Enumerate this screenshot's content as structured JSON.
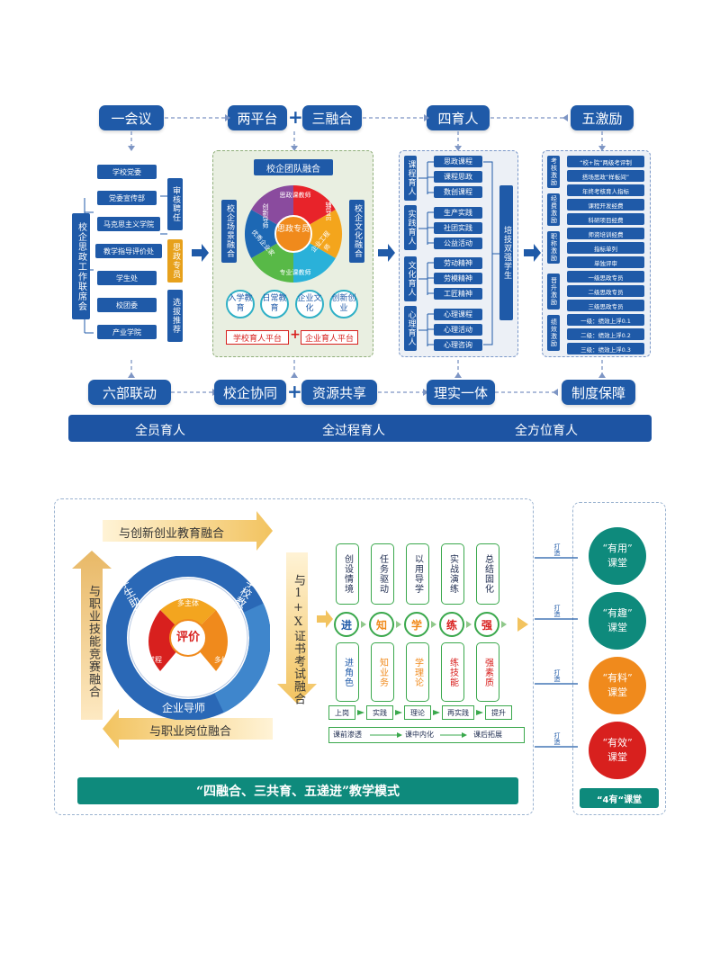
{
  "top": {
    "headers": [
      "一会议",
      "两平台",
      "三融合",
      "四育人",
      "五激励"
    ],
    "bottom_headers": [
      "六部联动",
      "校企协同",
      "资源共享",
      "理实一体",
      "制度保障"
    ],
    "footer": [
      "全员育人",
      "全过程育人",
      "全方位育人"
    ],
    "plus": "+",
    "left": {
      "vertical_title": "校企思政工作联席会",
      "depts": [
        "学校党委",
        "党委宣传部",
        "马克思主义学院",
        "教学指导评价处",
        "学生处",
        "校团委",
        "产业学院"
      ],
      "right_steps": [
        "审核聘任",
        "思政专员",
        "选拔推荐"
      ]
    },
    "middle": {
      "title": "校企团队融合",
      "left_vertical": "校企场景融合",
      "right_vertical": "校企文化融合",
      "wheel_center": "思政专员",
      "wheel_segments": [
        "思政课教师",
        "辅导员",
        "企业工程师",
        "专业课教师",
        "优秀企业家",
        "创新导师"
      ],
      "circles": [
        "入学教育",
        "日常教育",
        "企业文化",
        "创新创业"
      ],
      "platforms": [
        "学校育人平台",
        "企业育人平台"
      ]
    },
    "four": {
      "categories": [
        "课程育人",
        "实践育人",
        "文化育人",
        "心理育人"
      ],
      "items": [
        [
          "思政课程",
          "课程思政",
          "数创课程"
        ],
        [
          "生产实践",
          "社团实践",
          "公益活动"
        ],
        [
          "劳动精神",
          "劳模精神",
          "工匠精神"
        ],
        [
          "心理课程",
          "心理活动",
          "心理咨询"
        ]
      ],
      "right_vertical": "培技双强学生"
    },
    "five": {
      "categories": [
        "考核激励",
        "经费激励",
        "职称激励",
        "晋升激励",
        "绩效激励"
      ],
      "items": [
        [
          "“校+院”两级考评制",
          "搭场思政“样板间”"
        ],
        [
          "年终考核育人指标",
          "课程开发经费",
          "科研项目经费"
        ],
        [
          "师资培训经费",
          "指标单列"
        ],
        [
          "单独评审",
          "一级思政专员",
          "二级思政专员",
          "三级思政专员"
        ],
        [
          "一级：绩效上浮0.1",
          "二级：绩效上浮0.2",
          "三级：绩效上浮0.3"
        ]
      ]
    }
  },
  "bottom": {
    "top_arrow": "与创新创业教育融合",
    "bottom_arrow": "与职业岗位融合",
    "left_arrow": "与职业技能竞赛融合",
    "right_arrow": "与1+X证书考试融合",
    "ring": [
      "学生助教",
      "学校教师",
      "企业导师"
    ],
    "center": "评价",
    "petals": [
      "多主体",
      "多维度",
      "全过程"
    ],
    "steps_top": [
      "创设情境",
      "任务驱动",
      "以用导学",
      "实战演练",
      "总结固化"
    ],
    "steps_char": [
      "进",
      "知",
      "学",
      "练",
      "强"
    ],
    "steps_bottom": [
      "进角色",
      "知业务",
      "学理论",
      "练技能",
      "强素质"
    ],
    "flow1": [
      "上岗",
      "实践",
      "理论",
      "再实践",
      "提升"
    ],
    "flow2": [
      "课前渗透",
      "课中内化",
      "课后拓展"
    ],
    "title": "“四融合、三共育、五递进”教学模式",
    "hit_label": "打造",
    "classes": [
      {
        "top": "“有用”",
        "bottom": "课堂",
        "color": "#0e8a7c"
      },
      {
        "top": "“有趣”",
        "bottom": "课堂",
        "color": "#0e8a7c"
      },
      {
        "top": "“有料”",
        "bottom": "课堂",
        "color": "#f08a1c"
      },
      {
        "top": "“有效”",
        "bottom": "课堂",
        "color": "#d8201e"
      }
    ],
    "classes_footer": "“4有“课堂"
  }
}
